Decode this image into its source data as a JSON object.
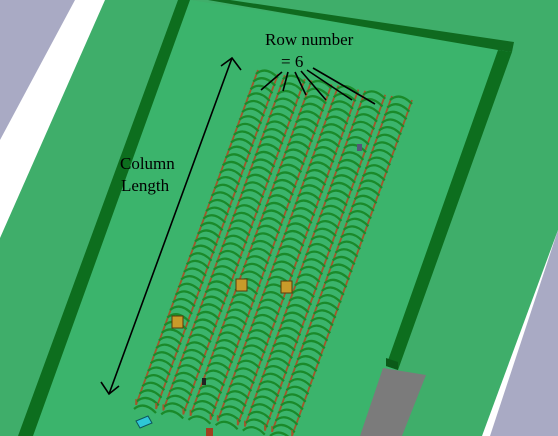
{
  "annotations": {
    "row_label_line1": "Row number",
    "row_label_line2": "= 6",
    "column_label_line1": "Column",
    "column_label_line2": "Length"
  },
  "greenhouse": {
    "row_count": 6
  },
  "colors": {
    "background": "#ffffff",
    "outer_ground": "#a9aac4",
    "floor": "#3bb46c",
    "wall": "#0d6e1e",
    "plant_green": "#1a8a2a",
    "bed_frame": "#a3562b",
    "road": "#7b7b7b"
  }
}
